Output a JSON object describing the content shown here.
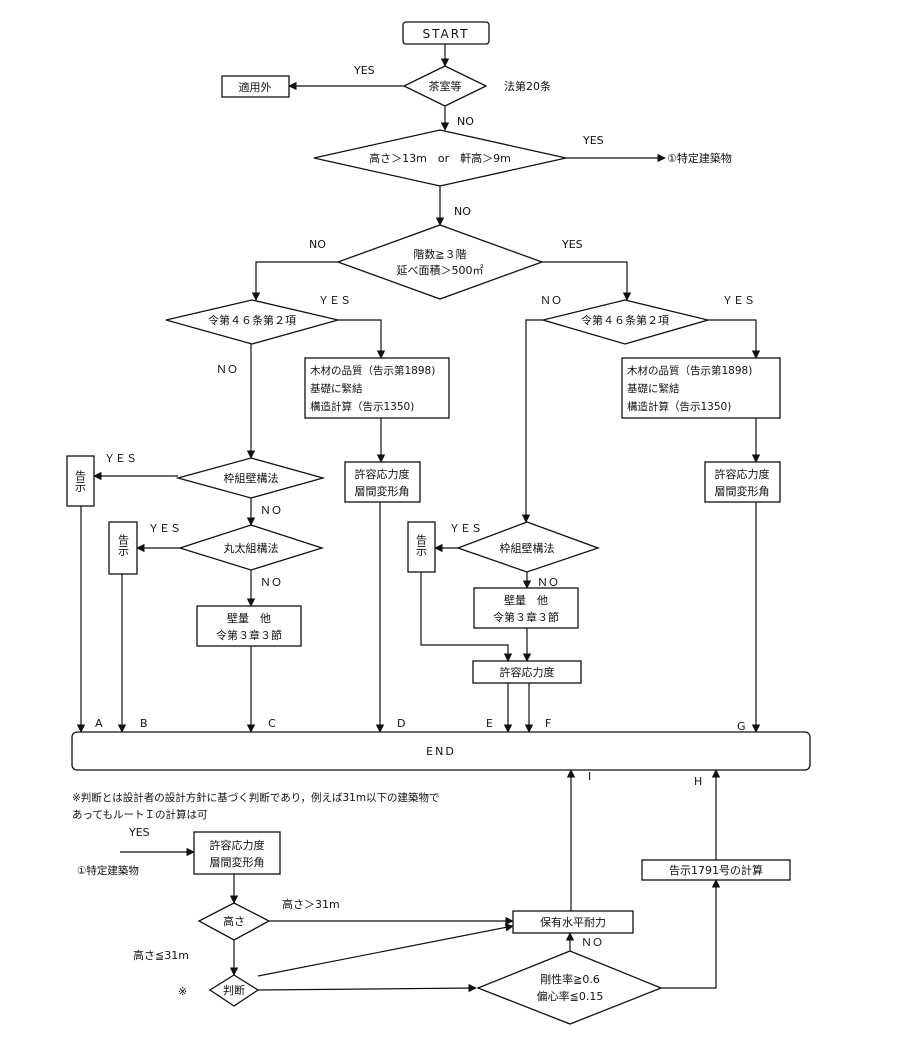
{
  "nodes": {
    "start": "START",
    "chashitsu": "茶室等",
    "law20": "法第20条",
    "tekiyougai": "適用外",
    "height_check": "高さ＞13m　or　軒高＞9m",
    "tokutei": "①特定建築物",
    "floors_1": "階数≧３階",
    "floors_2": "延べ面積＞500㎡",
    "rei46_left": "令第４６条第２項",
    "rei46_right": "令第４６条第２項",
    "wood_left_1": "木材の品質（告示第1898)",
    "wood_left_2": "基礎に緊結",
    "wood_left_3": "構造計算（告示1350)",
    "wood_right_1": "木材の品質（告示第1898)",
    "wood_right_2": "基礎に緊結",
    "wood_right_3": "構造計算（告示1350)",
    "allow_left_1": "許容応力度",
    "allow_left_2": "層間変形角",
    "allow_right_1": "許容応力度",
    "allow_right_2": "層間変形角",
    "wakugumi_left": "枠組壁構法",
    "wakugumi_right": "枠組壁構法",
    "marutagumi": "丸太組構法",
    "kokuji_a": "告示",
    "kokuji_b": "告示",
    "kokuji_e": "告示",
    "heki_left_1": "壁量　他",
    "heki_left_2": "令第３章３節",
    "heki_right_1": "壁量　他",
    "heki_right_2": "令第３章３節",
    "allow_mid": "許容応力度",
    "end": "END",
    "note_1": "※判断とは設計者の設計方針に基づく判断であり，例えば31m以下の建築物で",
    "note_2": "あってもルートＩの計算は可",
    "tokutei2": "①特定建築物",
    "allow_bot_1": "許容応力度",
    "allow_bot_2": "層間変形角",
    "takasa": "高さ",
    "handan": "判断",
    "handan_mark": "※",
    "hoyuu": "保有水平耐力",
    "kokuji1791": "告示1791号の計算",
    "gousei_1": "剛性率≧0.6",
    "gousei_2": "偏心率≦0.15"
  },
  "labels": {
    "yes_chashitsu": "YES",
    "no_chashitsu": "NO",
    "yes_height": "YES",
    "no_height": "NO",
    "no_floors": "NO",
    "yes_floors": "YES",
    "yes_rei46_left": "ＹＥＳ",
    "no_rei46_left": "ＮＯ",
    "no_rei46_right": "ＮＯ",
    "yes_rei46_right": "ＹＥＳ",
    "yes_waku_left": "ＹＥＳ",
    "no_waku_left": "ＮＯ",
    "yes_maruta": "ＹＥＳ",
    "no_maruta": "ＮＯ",
    "yes_waku_right": "ＹＥＳ",
    "no_waku_right": "ＮＯ",
    "yes_bottom": "YES",
    "takasa_gt": "高さ＞31m",
    "takasa_le": "高さ≦31m",
    "no_gousei": "ＮＯ"
  },
  "end_markers": {
    "A": "A",
    "B": "B",
    "C": "C",
    "D": "D",
    "E": "E",
    "F": "F",
    "G": "G",
    "H": "H",
    "I": "I"
  }
}
